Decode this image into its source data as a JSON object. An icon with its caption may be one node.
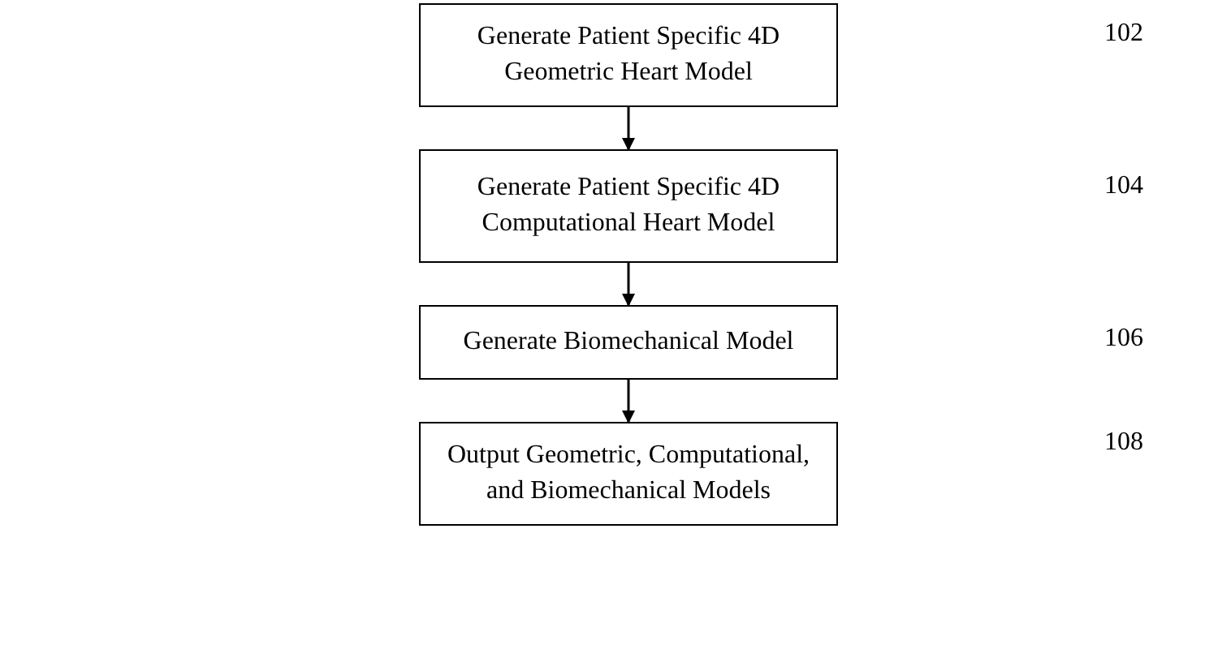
{
  "diagram": {
    "nodes": [
      {
        "text": [
          "Generate Patient Specific 4D Geometric Heart Model"
        ]
      },
      {
        "text": [
          "Generate Patient Specific 4D Computational Heart Model"
        ]
      },
      {
        "text": [
          "Generate Biomechanical Model"
        ]
      },
      {
        "text": [
          "Output Geometric, Computational, and Biomechanical Models"
        ]
      }
    ],
    "edges": [
      {
        "from": 0,
        "to": 1,
        "arrow": "to"
      },
      {
        "from": 1,
        "to": 2,
        "arrow": "to"
      },
      {
        "from": 2,
        "to": 3,
        "arrow": "to"
      }
    ],
    "labels": [
      "102",
      "104",
      "106",
      "108"
    ]
  }
}
